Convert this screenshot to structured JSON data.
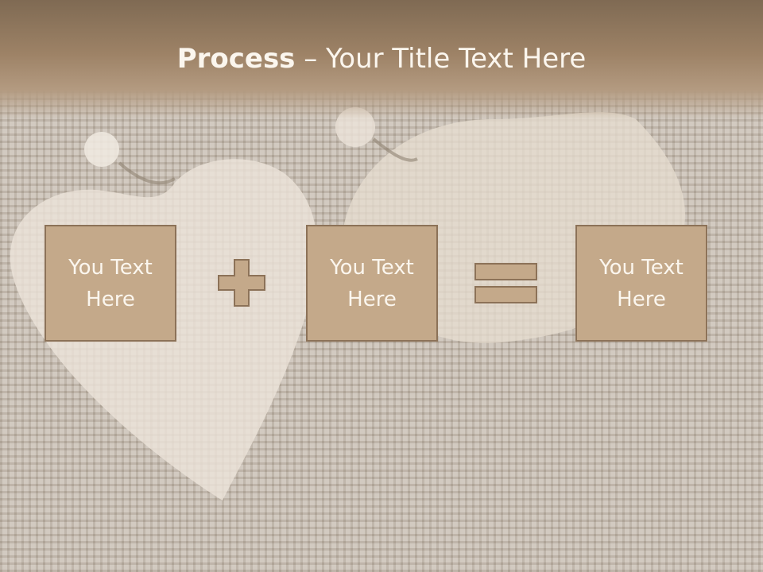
{
  "title": {
    "bold": "Process",
    "rest": " – Your Title Text Here"
  },
  "boxes": [
    {
      "text": "You Text Here"
    },
    {
      "text": "You Text Here"
    },
    {
      "text": "You Text Here"
    }
  ],
  "operators": [
    "plus-icon",
    "equals-icon"
  ],
  "colors": {
    "header": "#9d8266",
    "box_fill": "#c4a98a",
    "box_border": "#8c7258",
    "text": "#fbf6ee"
  }
}
